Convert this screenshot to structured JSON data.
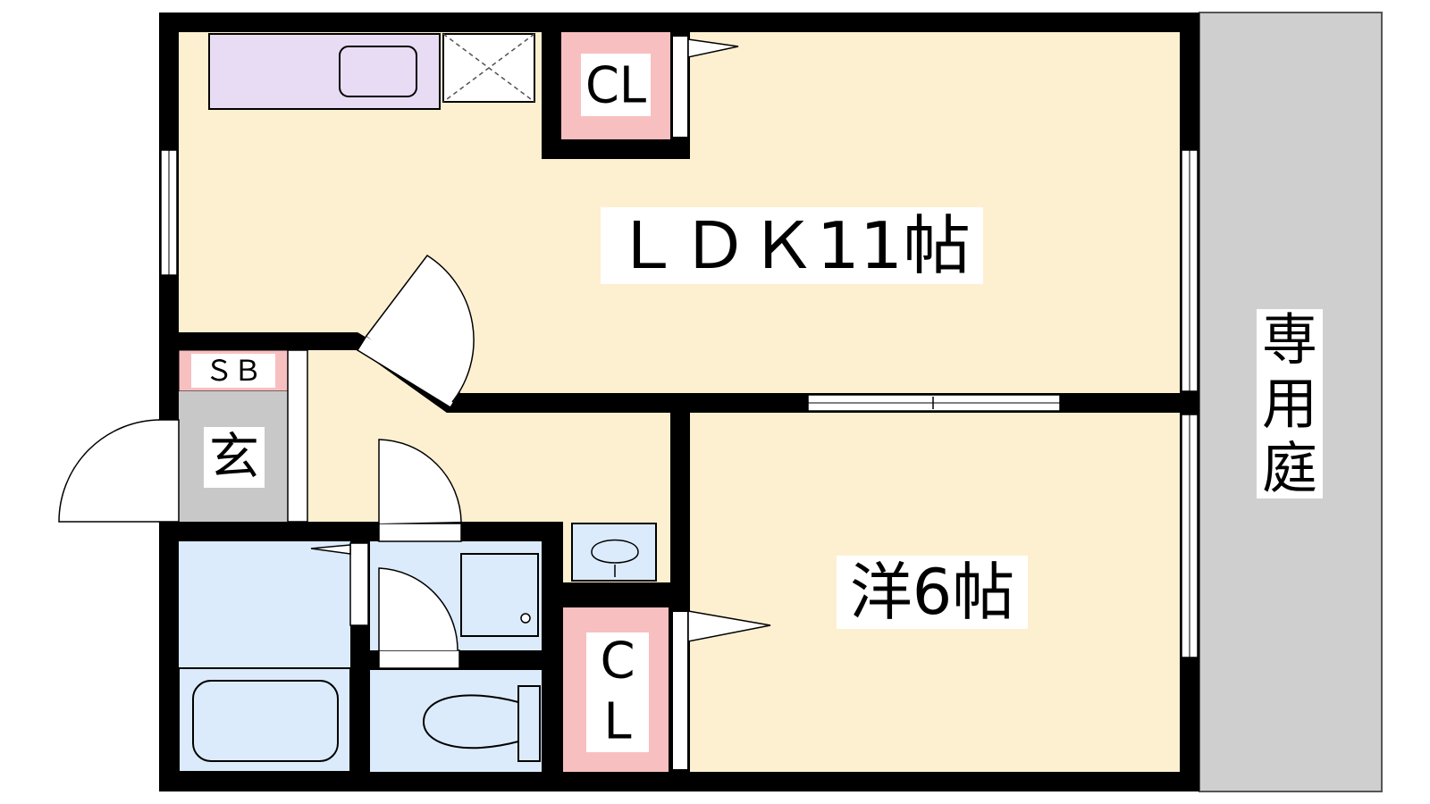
{
  "rooms": {
    "ldk": "ＬＤＫ11帖",
    "western": "洋6帖",
    "entrance": "玄",
    "shoebox": "ＳＢ",
    "closet_top": "CL",
    "closet_bottom_c": "C",
    "closet_bottom_l": "L",
    "garden_1": "専",
    "garden_2": "用",
    "garden_3": "庭"
  },
  "colors": {
    "wall": "#000000",
    "room_floor": "#fdf0d0",
    "wet_area": "#dcebfb",
    "kitchen": "#e8dcf4",
    "closet": "#f8bfc1",
    "entrance": "#c8c8c8",
    "garden": "#cfcfcf"
  }
}
